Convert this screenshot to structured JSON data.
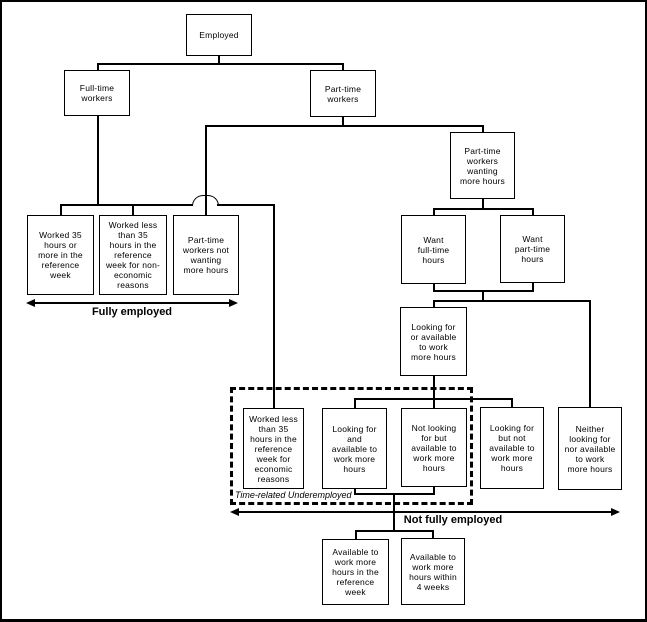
{
  "nodes": {
    "employed": "Employed",
    "full_time_workers": "Full-time\nworkers",
    "part_time_workers": "Part-time\nworkers",
    "worked_35_or_more": "Worked 35\nhours or\nmore in the\nreference\nweek",
    "worked_less_non_economic": "Worked less\nthan 35\nhours in the\nreference\nweek for non-\neconomic\nreasons",
    "pt_not_wanting_more": "Part-time\nworkers not\nwanting\nmore hours",
    "pt_wanting_more": "Part-time\nworkers\nwanting\nmore hours",
    "want_full_time": "Want\nfull-time\nhours",
    "want_part_time": "Want\npart-time\nhours",
    "looking_or_available": "Looking for\nor available\nto work\nmore hours",
    "worked_less_economic": "Worked less\nthan 35\nhours in the\nreference\nweek for\neconomic\nreasons",
    "looking_and_available": "Looking for\nand\navailable to\nwork more\nhours",
    "not_looking_but_available": "Not looking\nfor but\navailable to\nwork more\nhours",
    "looking_but_not_available": "Looking for\nbut not\navailable to\nwork more\nhours",
    "neither_looking_nor_available": "Neither\nlooking for\nnor available\nto work\nmore hours",
    "available_reference_week": "Available to\nwork more\nhours in the\nreference\nweek",
    "available_4_weeks": "Available to\nwork more\nhours within\n4 weeks"
  },
  "annotations": {
    "fully_employed": "Fully employed",
    "not_fully_employed": "Not fully employed",
    "time_related_underemployed": "Time-related Underemployed"
  },
  "colors": {
    "line": "#000000",
    "background": "#ffffff",
    "text": "#000000"
  }
}
